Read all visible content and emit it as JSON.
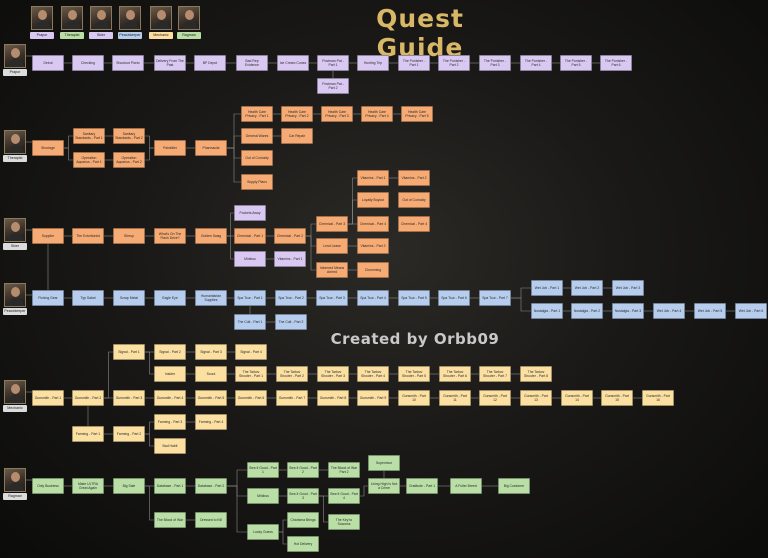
{
  "title": "Quest Guide",
  "credit": "Created by Orbb09",
  "colors": {
    "Prapor": "#d9c9f2",
    "Therapist": "#f6ab74",
    "Skier": "#f6ab74",
    "Peacekeeper": "#b7cdee",
    "Mechanic": "#fbe0a2",
    "Ragman": "#b9dfa6",
    "edge": "#8a8a8a"
  },
  "legend": [
    {
      "name": "Prapor",
      "color": "#d9c9f2"
    },
    {
      "name": "Therapist",
      "color": "#b9dfa6"
    },
    {
      "name": "Skier",
      "color": "#d9c9f2"
    },
    {
      "name": "Peacekeeper",
      "color": "#b7cdee"
    },
    {
      "name": "Mechanic",
      "color": "#fbe0a2"
    },
    {
      "name": "Ragman",
      "color": "#b9dfa6"
    }
  ],
  "traders": [
    {
      "name": "Prapor",
      "row": 0
    },
    {
      "name": "Therapist",
      "row": 1
    },
    {
      "name": "Skier",
      "row": 2
    },
    {
      "name": "Peacekeeper",
      "row": 3
    },
    {
      "name": "Mechanic",
      "row": 4
    },
    {
      "name": "Ragman",
      "row": 5
    }
  ],
  "nodes": [
    {
      "id": "p1",
      "label": "Debut",
      "t": "Prapor"
    },
    {
      "id": "p2",
      "label": "Checking",
      "t": "Prapor"
    },
    {
      "id": "p3",
      "label": "Shootout Picnic",
      "t": "Prapor"
    },
    {
      "id": "p4",
      "label": "Delivery From The Past",
      "t": "Prapor"
    },
    {
      "id": "p5",
      "label": "BP Depot",
      "t": "Prapor"
    },
    {
      "id": "p6",
      "label": "Bad Rep Evidence",
      "t": "Prapor"
    },
    {
      "id": "p7",
      "label": "Ice Cream Cones",
      "t": "Prapor"
    },
    {
      "id": "p8",
      "label": "Postman Pat - Part 1",
      "t": "Prapor"
    },
    {
      "id": "p8b",
      "label": "Postman Pat - Part 2",
      "t": "Prapor"
    },
    {
      "id": "p9",
      "label": "Hunting Trip",
      "t": "Prapor"
    },
    {
      "id": "p10",
      "label": "The Punisher - Part 1",
      "t": "Prapor"
    },
    {
      "id": "p11",
      "label": "The Punisher - Part 2",
      "t": "Prapor"
    },
    {
      "id": "p12",
      "label": "The Punisher - Part 3",
      "t": "Prapor"
    },
    {
      "id": "p13",
      "label": "The Punisher - Part 4",
      "t": "Prapor"
    },
    {
      "id": "p14",
      "label": "The Punisher - Part 5",
      "t": "Prapor"
    },
    {
      "id": "p15",
      "label": "The Punisher - Part 6",
      "t": "Prapor"
    },
    {
      "id": "t1",
      "label": "Shortage",
      "t": "Therapist"
    },
    {
      "id": "t2",
      "label": "Sanitary Standards - Part 1",
      "t": "Therapist"
    },
    {
      "id": "t2b",
      "label": "Operation Aquarius - Part 1",
      "t": "Therapist"
    },
    {
      "id": "t3",
      "label": "Sanitary Standards - Part 2",
      "t": "Therapist"
    },
    {
      "id": "t3b",
      "label": "Operation Aquarius - Part 2",
      "t": "Therapist"
    },
    {
      "id": "t4",
      "label": "Painkiller",
      "t": "Therapist"
    },
    {
      "id": "t5",
      "label": "Pharmacist",
      "t": "Therapist"
    },
    {
      "id": "t6",
      "label": "Health Care Privacy - Part 1",
      "t": "Therapist"
    },
    {
      "id": "t6b",
      "label": "General Wares",
      "t": "Therapist"
    },
    {
      "id": "t6c",
      "label": "Car Repair",
      "t": "Therapist"
    },
    {
      "id": "t6d",
      "label": "Out of Curiosity",
      "t": "Therapist"
    },
    {
      "id": "t6e",
      "label": "Supply Plans",
      "t": "Therapist"
    },
    {
      "id": "t7",
      "label": "Health Care Privacy - Part 2",
      "t": "Therapist"
    },
    {
      "id": "t8",
      "label": "Health Care Privacy - Part 3",
      "t": "Therapist"
    },
    {
      "id": "t9",
      "label": "Health Care Privacy - Part 4",
      "t": "Therapist"
    },
    {
      "id": "t10",
      "label": "Health Care Privacy - Part 5",
      "t": "Therapist"
    },
    {
      "id": "s1",
      "label": "Supplier",
      "t": "Skier"
    },
    {
      "id": "s2",
      "label": "The Extortionist",
      "t": "Skier"
    },
    {
      "id": "s3",
      "label": "Stirrup",
      "t": "Skier"
    },
    {
      "id": "s4",
      "label": "What's On The Flash Drive?",
      "t": "Skier"
    },
    {
      "id": "s5",
      "label": "Golden Swag",
      "t": "Skier"
    },
    {
      "id": "s5b",
      "label": "Pockets Away",
      "t": "Prapor"
    },
    {
      "id": "s6",
      "label": "Chemical - Part 1",
      "t": "Skier"
    },
    {
      "id": "s6b",
      "label": "Vitamins - Part 1",
      "t": "Skier"
    },
    {
      "id": "s7",
      "label": "Chemical - Part 2",
      "t": "Skier"
    },
    {
      "id": "s7b",
      "label": "Vitamins - Part 2",
      "t": "Skier"
    },
    {
      "id": "s8",
      "label": "Chemical - Part 3",
      "t": "Skier"
    },
    {
      "id": "s8b",
      "label": "Loyalty Buyout",
      "t": "Skier"
    },
    {
      "id": "s8c",
      "label": "Chemical - Part 4",
      "t": "Skier"
    },
    {
      "id": "s9",
      "label": "Minibus",
      "t": "Prapor"
    },
    {
      "id": "s10",
      "label": "Vitamins - Part 1",
      "t": "Prapor"
    },
    {
      "id": "s11",
      "label": "Vitamins - Part 2",
      "t": "Skier"
    },
    {
      "id": "s12",
      "label": "Lend Lease",
      "t": "Skier"
    },
    {
      "id": "s13",
      "label": "Informed Means Armed",
      "t": "Skier"
    },
    {
      "id": "s14",
      "label": "Chumming",
      "t": "Skier"
    },
    {
      "id": "s15",
      "label": "Out of Curiosity",
      "t": "Skier"
    },
    {
      "id": "s16",
      "label": "Chemical - Part 4",
      "t": "Skier"
    },
    {
      "id": "k1",
      "label": "Fishing Gear",
      "t": "Peacekeeper"
    },
    {
      "id": "k2",
      "label": "Tigr Safari",
      "t": "Peacekeeper"
    },
    {
      "id": "k3",
      "label": "Scrap Metal",
      "t": "Peacekeeper"
    },
    {
      "id": "k4",
      "label": "Eagle Eye",
      "t": "Peacekeeper"
    },
    {
      "id": "k5",
      "label": "Humanitarian Supplies",
      "t": "Peacekeeper"
    },
    {
      "id": "k6",
      "label": "Spa Tour - Part 1",
      "t": "Peacekeeper"
    },
    {
      "id": "k6b",
      "label": "The Cult - Part 1",
      "t": "Peacekeeper"
    },
    {
      "id": "k7",
      "label": "Spa Tour - Part 2",
      "t": "Peacekeeper"
    },
    {
      "id": "k7b",
      "label": "The Cult - Part 2",
      "t": "Peacekeeper"
    },
    {
      "id": "k8",
      "label": "Spa Tour - Part 3",
      "t": "Peacekeeper"
    },
    {
      "id": "k9",
      "label": "Spa Tour - Part 4",
      "t": "Peacekeeper"
    },
    {
      "id": "k10",
      "label": "Spa Tour - Part 5",
      "t": "Peacekeeper"
    },
    {
      "id": "k11",
      "label": "Spa Tour - Part 6",
      "t": "Peacekeeper"
    },
    {
      "id": "k12",
      "label": "Spa Tour - Part 7",
      "t": "Peacekeeper"
    },
    {
      "id": "k13",
      "label": "Wet Job - Part 1",
      "t": "Peacekeeper"
    },
    {
      "id": "k13b",
      "label": "Nostalgia - Part 1",
      "t": "Peacekeeper"
    },
    {
      "id": "k14",
      "label": "Wet Job - Part 2",
      "t": "Peacekeeper"
    },
    {
      "id": "k14b",
      "label": "Nostalgia - Part 2",
      "t": "Peacekeeper"
    },
    {
      "id": "k15",
      "label": "Wet Job - Part 3",
      "t": "Peacekeeper"
    },
    {
      "id": "k15b",
      "label": "Nostalgia - Part 3",
      "t": "Peacekeeper"
    },
    {
      "id": "k16",
      "label": "Wet Job - Part 4",
      "t": "Peacekeeper"
    },
    {
      "id": "k17",
      "label": "Wet Job - Part 5",
      "t": "Peacekeeper"
    },
    {
      "id": "k18",
      "label": "Wet Job - Part 6",
      "t": "Peacekeeper"
    },
    {
      "id": "m1",
      "label": "Gunsmith - Part 1",
      "t": "Mechanic"
    },
    {
      "id": "m2",
      "label": "Gunsmith - Part 2",
      "t": "Mechanic"
    },
    {
      "id": "m3",
      "label": "Signal - Part 1",
      "t": "Mechanic"
    },
    {
      "id": "m3b",
      "label": "Gunsmith - Part 3",
      "t": "Mechanic"
    },
    {
      "id": "m3c",
      "label": "Farming - Part 1",
      "t": "Mechanic"
    },
    {
      "id": "m4",
      "label": "Signal - Part 2",
      "t": "Mechanic"
    },
    {
      "id": "m4b",
      "label": "Insider",
      "t": "Mechanic"
    },
    {
      "id": "m4c",
      "label": "Gunsmith - Part 4",
      "t": "Mechanic"
    },
    {
      "id": "m4d",
      "label": "Farming - Part 2",
      "t": "Mechanic"
    },
    {
      "id": "m5",
      "label": "Signal - Part 3",
      "t": "Mechanic"
    },
    {
      "id": "m5b",
      "label": "Scout",
      "t": "Mechanic"
    },
    {
      "id": "m5c",
      "label": "Gunsmith - Part 5",
      "t": "Mechanic"
    },
    {
      "id": "m5d",
      "label": "Farming - Part 3",
      "t": "Mechanic"
    },
    {
      "id": "m5e",
      "label": "Bad Habit",
      "t": "Mechanic"
    },
    {
      "id": "m6",
      "label": "Signal - Part 4",
      "t": "Mechanic"
    },
    {
      "id": "m6b",
      "label": "Gunsmith - Part 6",
      "t": "Mechanic"
    },
    {
      "id": "m6c",
      "label": "Farming - Part 4",
      "t": "Mechanic"
    },
    {
      "id": "m7",
      "label": "The Tarkov Shooter - Part 1",
      "t": "Mechanic"
    },
    {
      "id": "m8",
      "label": "The Tarkov Shooter - Part 2",
      "t": "Mechanic"
    },
    {
      "id": "m9",
      "label": "The Tarkov Shooter - Part 3",
      "t": "Mechanic"
    },
    {
      "id": "m10",
      "label": "The Tarkov Shooter - Part 4",
      "t": "Mechanic"
    },
    {
      "id": "m11",
      "label": "The Tarkov Shooter - Part 5",
      "t": "Mechanic"
    },
    {
      "id": "m12",
      "label": "The Tarkov Shooter - Part 6",
      "t": "Mechanic"
    },
    {
      "id": "m13",
      "label": "The Tarkov Shooter - Part 7",
      "t": "Mechanic"
    },
    {
      "id": "m14",
      "label": "The Tarkov Shooter - Part 8",
      "t": "Mechanic"
    },
    {
      "id": "mg7",
      "label": "Gunsmith - Part 7",
      "t": "Mechanic"
    },
    {
      "id": "mg8",
      "label": "Gunsmith - Part 8",
      "t": "Mechanic"
    },
    {
      "id": "mg9",
      "label": "Gunsmith - Part 9",
      "t": "Mechanic"
    },
    {
      "id": "mg10",
      "label": "Gunsmith - Part 10",
      "t": "Mechanic"
    },
    {
      "id": "mg11",
      "label": "Gunsmith - Part 11",
      "t": "Mechanic"
    },
    {
      "id": "mg12",
      "label": "Gunsmith - Part 12",
      "t": "Mechanic"
    },
    {
      "id": "mg13",
      "label": "Gunsmith - Part 13",
      "t": "Mechanic"
    },
    {
      "id": "mg14",
      "label": "Gunsmith - Part 14",
      "t": "Mechanic"
    },
    {
      "id": "mg15",
      "label": "Gunsmith - Part 15",
      "t": "Mechanic"
    },
    {
      "id": "mg16",
      "label": "Gunsmith - Part 16",
      "t": "Mechanic"
    },
    {
      "id": "r1",
      "label": "Only Business",
      "t": "Ragman"
    },
    {
      "id": "r2",
      "label": "Make ULTRA Great Again",
      "t": "Ragman"
    },
    {
      "id": "r3",
      "label": "Big Sale",
      "t": "Ragman"
    },
    {
      "id": "r4",
      "label": "Database - Part 1",
      "t": "Ragman"
    },
    {
      "id": "r4b",
      "label": "The Blood of War",
      "t": "Ragman"
    },
    {
      "id": "r5",
      "label": "Database - Part 2",
      "t": "Ragman"
    },
    {
      "id": "r5b",
      "label": "Dressed to Kill",
      "t": "Ragman"
    },
    {
      "id": "r6",
      "label": "Sew it Good - Part 1",
      "t": "Ragman"
    },
    {
      "id": "r6b",
      "label": "Sew it Good - Part 2",
      "t": "Ragman"
    },
    {
      "id": "r6c",
      "label": "Minibus",
      "t": "Ragman"
    },
    {
      "id": "r6d",
      "label": "Lucky Guess",
      "t": "Ragman"
    },
    {
      "id": "r7",
      "label": "Sew it Good - Part 3",
      "t": "Ragman"
    },
    {
      "id": "r7b",
      "label": "The Blood of War Part 2",
      "t": "Ragman"
    },
    {
      "id": "r7c",
      "label": "Charisma Brings",
      "t": "Ragman"
    },
    {
      "id": "r7d",
      "label": "Hot Delivery",
      "t": "Ragman"
    },
    {
      "id": "r8",
      "label": "Sew it Good - Part 4",
      "t": "Ragman"
    },
    {
      "id": "r8b",
      "label": "The Key to Success",
      "t": "Ragman"
    },
    {
      "id": "r8c",
      "label": "Supervisor",
      "t": "Ragman"
    },
    {
      "id": "r9",
      "label": "Living High Is Not a Crime",
      "t": "Ragman"
    },
    {
      "id": "r9b",
      "label": "Gratitude - Part 1",
      "t": "Ragman"
    },
    {
      "id": "r10",
      "label": "A Fuller Breed",
      "t": "Ragman"
    },
    {
      "id": "r11",
      "label": "Big Customer",
      "t": "Ragman"
    }
  ]
}
